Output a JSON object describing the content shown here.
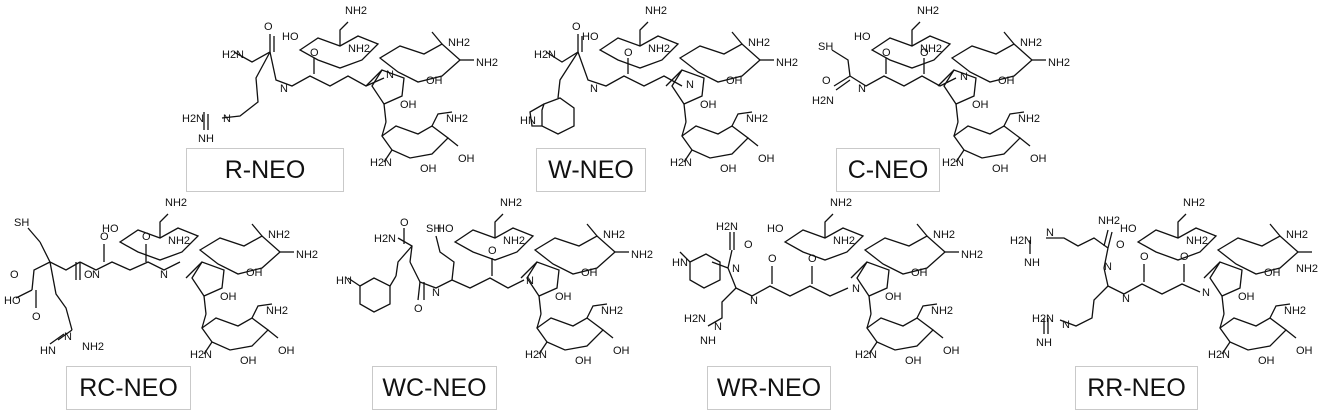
{
  "labels": {
    "r_neo": "R-NEO",
    "w_neo": "W-NEO",
    "c_neo": "C-NEO",
    "rc_neo": "RC-NEO",
    "wc_neo": "WC-NEO",
    "wr_neo": "WR-NEO",
    "rr_neo": "RR-NEO"
  },
  "atoms": {
    "nh2": "NH2",
    "h2n": "H2N",
    "oh": "OH",
    "ho": "HO",
    "nh": "NH",
    "hn": "HN",
    "sh": "SH",
    "o": "O",
    "n": "N",
    "h": "H"
  }
}
